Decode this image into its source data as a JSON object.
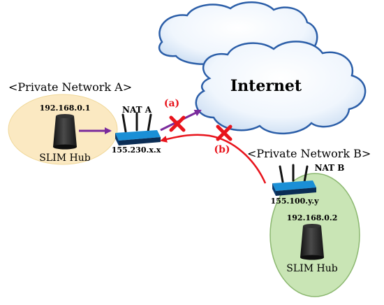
{
  "diagram": {
    "internet_label": "Internet",
    "network_a": {
      "title": "<Private Network A>",
      "hub_ip": "192.168.0.1",
      "hub_label": "SLIM Hub",
      "nat_label": "NAT A",
      "public_ip": "155.230.x.x"
    },
    "network_b": {
      "title": "<Private Network B>",
      "hub_ip": "192.168.0.2",
      "hub_label": "SLIM Hub",
      "nat_label": "NAT B",
      "public_ip": "155.100.y.y"
    },
    "arrow_a_label": "(a)",
    "arrow_b_label": "(b)"
  },
  "colors": {
    "network_a_fill": "#fbe9c2",
    "network_b_fill": "#c9e5b5",
    "cloud_fill": "#ffffff",
    "cloud_stroke": "#2b5ea8",
    "arrow_purple": "#7a2a9c",
    "arrow_red": "#e8141c",
    "router_blue": "#1a8fd6"
  },
  "icons": [
    "cloud-icon",
    "router-icon",
    "hub-device-icon",
    "block-x-icon"
  ]
}
